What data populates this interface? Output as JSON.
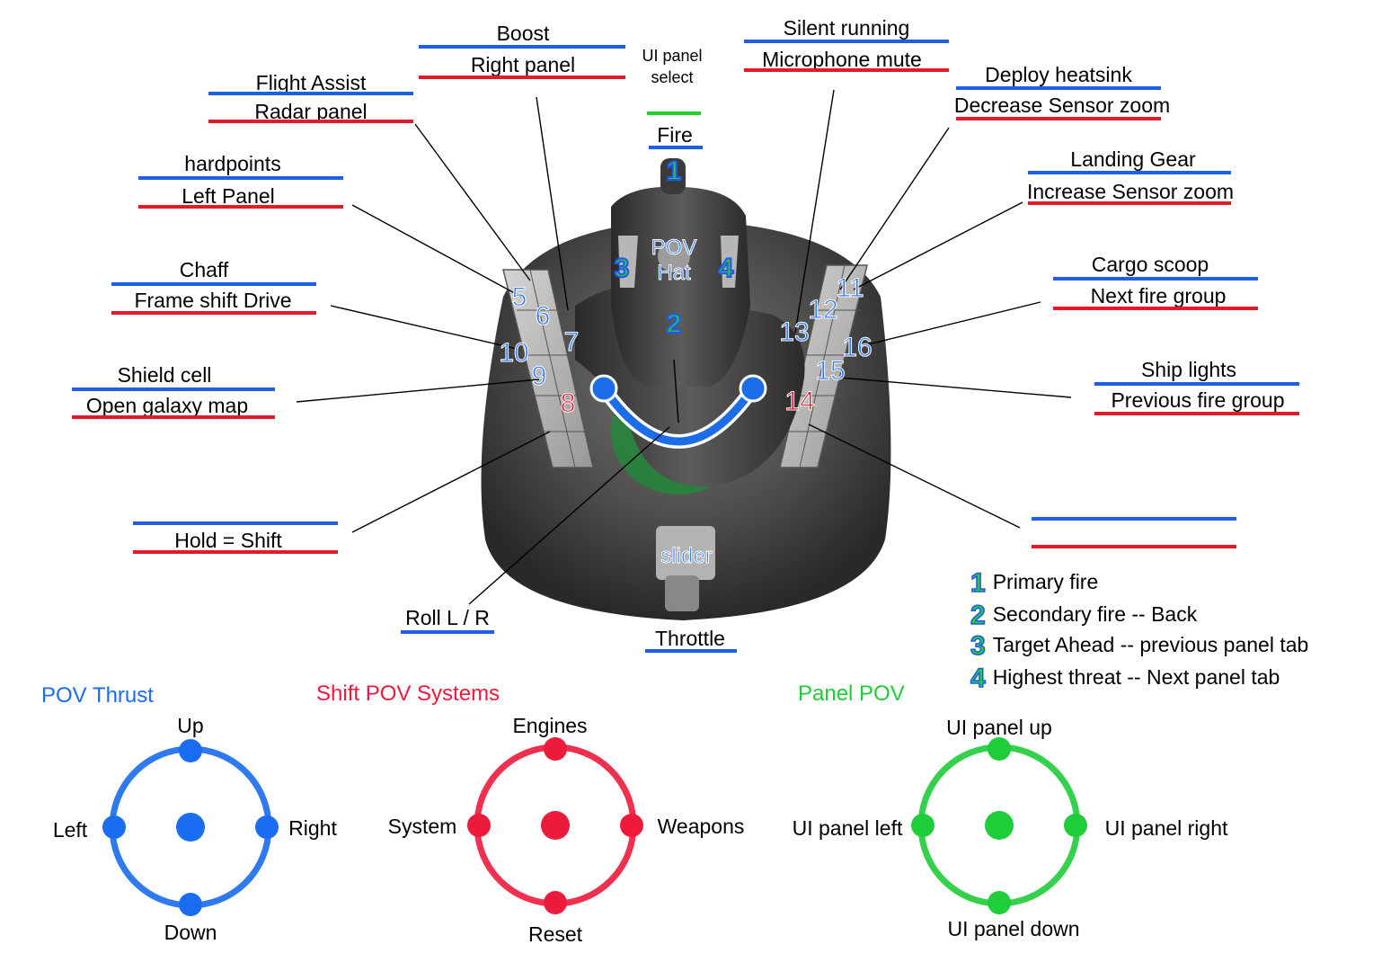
{
  "labels": {
    "boost": "Boost",
    "right_panel": "Right panel",
    "ui_panel_select": "UI panel select",
    "fire": "Fire",
    "silent_running": "Silent running",
    "microphone_mute": "Microphone mute",
    "flight_assist": "Flight Assist",
    "radar_panel": "Radar panel",
    "deploy_heatsink": "Deploy heatsink",
    "decrease_sensor_zoom": "Decrease Sensor zoom",
    "hardpoints": "hardpoints",
    "left_panel": "Left Panel",
    "landing_gear": "Landing Gear",
    "increase_sensor_zoom": "Increase Sensor zoom",
    "chaff": "Chaff",
    "frame_shift_drive": "Frame shift Drive",
    "cargo_scoop": "Cargo scoop",
    "next_fire_group": "Next fire group",
    "shield_cell": "Shield cell",
    "open_galaxy_map": "Open galaxy map",
    "ship_lights": "Ship lights",
    "previous_fire_group": "Previous fire group",
    "hold_shift": "Hold = Shift",
    "roll": "Roll L / R",
    "throttle": "Throttle",
    "pov_hat": "POV Hat",
    "slider": "slider"
  },
  "buttons": {
    "b1": "1",
    "b2": "2",
    "b3": "3",
    "b4": "4",
    "b5": "5",
    "b6": "6",
    "b7": "7",
    "b8": "8",
    "b9": "9",
    "b10": "10",
    "b11": "11",
    "b12": "12",
    "b13": "13",
    "b14": "14",
    "b15": "15",
    "b16": "16"
  },
  "legend": [
    {
      "num": "1",
      "text": "Primary fire"
    },
    {
      "num": "2",
      "text": "Secondary fire  --  Back"
    },
    {
      "num": "3",
      "text": "Target Ahead  --  previous panel tab"
    },
    {
      "num": "4",
      "text": "Highest threat  --  Next panel tab"
    }
  ],
  "pov_thrust": {
    "title": "POV Thrust",
    "up": "Up",
    "down": "Down",
    "left": "Left",
    "right": "Right",
    "color": "#1a6cf0"
  },
  "pov_systems": {
    "title": "Shift POV Systems",
    "up": "Engines",
    "down": "Reset",
    "left": "System",
    "right": "Weapons",
    "color": "#ee1a3c"
  },
  "pov_panel": {
    "title": "Panel POV",
    "up": "UI panel up",
    "down": "UI panel down",
    "left": "UI panel left",
    "right": "UI panel right",
    "color": "#1fcc3a"
  },
  "colors": {
    "primary_binding": "#1e5fe6",
    "shift_binding": "#e21b2a",
    "panel_binding": "#22d32a"
  }
}
